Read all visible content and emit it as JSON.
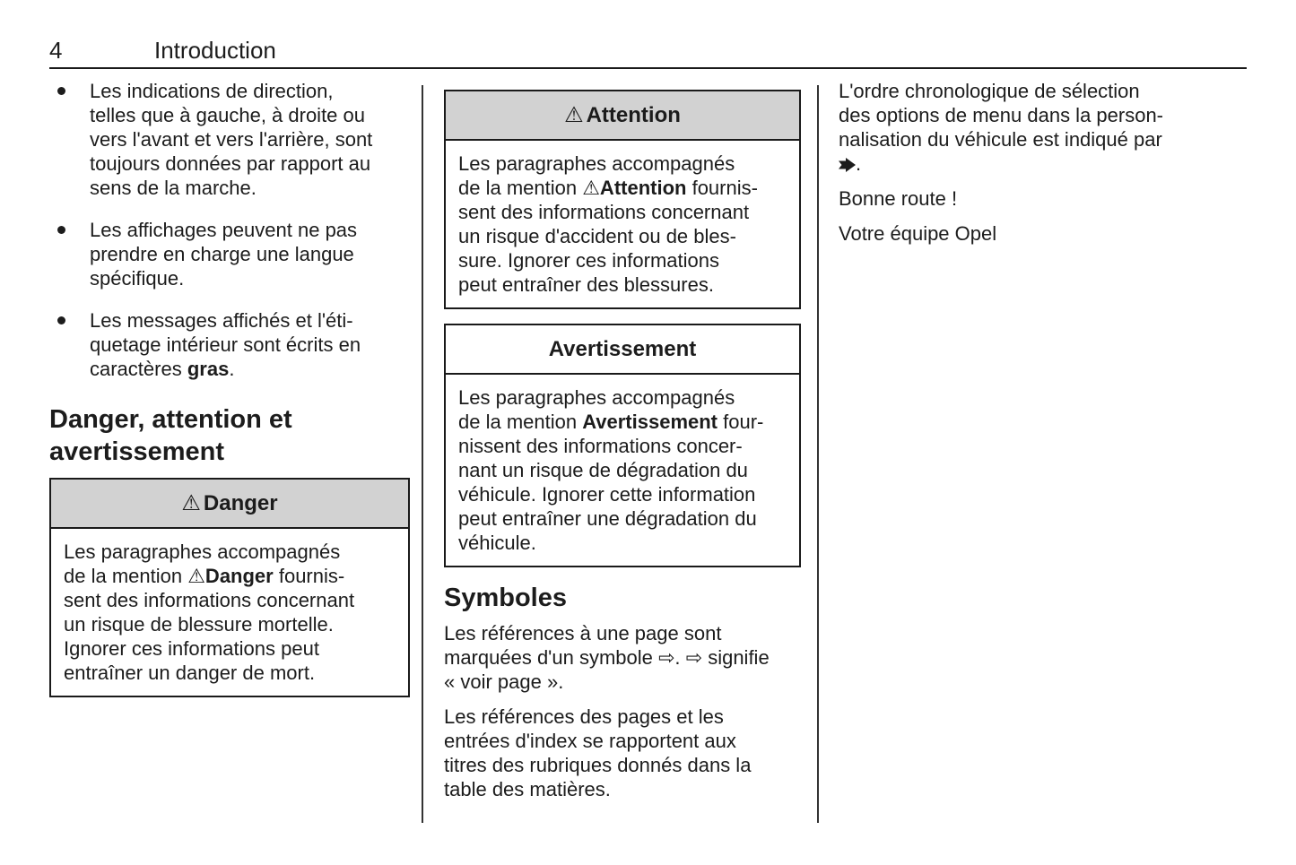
{
  "page": {
    "number": "4",
    "title": "Introduction"
  },
  "col1": {
    "bullets": [
      {
        "text": "Les indications de direction,\ntelles que à gauche, à droite ou\nvers l'avant et vers l'arrière, sont\ntoujours données par rapport au\nsens de la marche."
      },
      {
        "text": "Les affichages peuvent ne pas\nprendre en charge une langue\nspécifique."
      },
      {
        "before": "Les messages affichés et l'éti-\nquetage intérieur sont écrits en\ncaractères ",
        "bold": "gras",
        "after": "."
      }
    ],
    "heading": "Danger, attention et\navertissement",
    "danger_box": {
      "icon": "⚠",
      "title": "Danger",
      "body_before": "Les paragraphes accompagnés\nde la mention ",
      "body_bold": "⚠Danger",
      "body_after": " fournis-\nsent des informations concernant\nun risque de blessure mortelle.\nIgnorer ces informations peut\nentraîner un danger de mort."
    }
  },
  "col2": {
    "attention_box": {
      "icon": "⚠",
      "title": "Attention",
      "body_before": "Les paragraphes accompagnés\nde la mention ",
      "body_bold": "⚠Attention",
      "body_after": " fournis-\nsent des informations concernant\nun risque d'accident ou de bles-\nsure. Ignorer ces informations\npeut entraîner des blessures."
    },
    "avertissement_box": {
      "title": "Avertissement",
      "body_before": "Les paragraphes accompagnés\nde la mention ",
      "body_bold": "Avertissement",
      "body_after": " four-\nnissent des informations concer-\nnant un risque de dégradation du\nvéhicule. Ignorer cette information\npeut entraîner une dégradation du\nvéhicule."
    },
    "symbols": {
      "heading": "Symboles",
      "p1": "Les références à une page sont\nmarquées d'un symbole ⇨. ⇨ signifie\n« voir page ».",
      "p2": "Les références des pages et les\nentrées d'index se rapportent aux\ntitres des rubriques donnés dans la\ntable des matières."
    }
  },
  "col3": {
    "p1": "L'ordre chronologique de sélection\ndes options de menu dans la person-\nnalisation du véhicule est indiqué par\n",
    "p1_suffix": ".",
    "p2": "Bonne route !",
    "p3": "Votre équipe Opel"
  },
  "colors": {
    "text": "#1c1c1c",
    "box_header_gray": "#d2d2d2",
    "border": "#1a1a1a"
  }
}
